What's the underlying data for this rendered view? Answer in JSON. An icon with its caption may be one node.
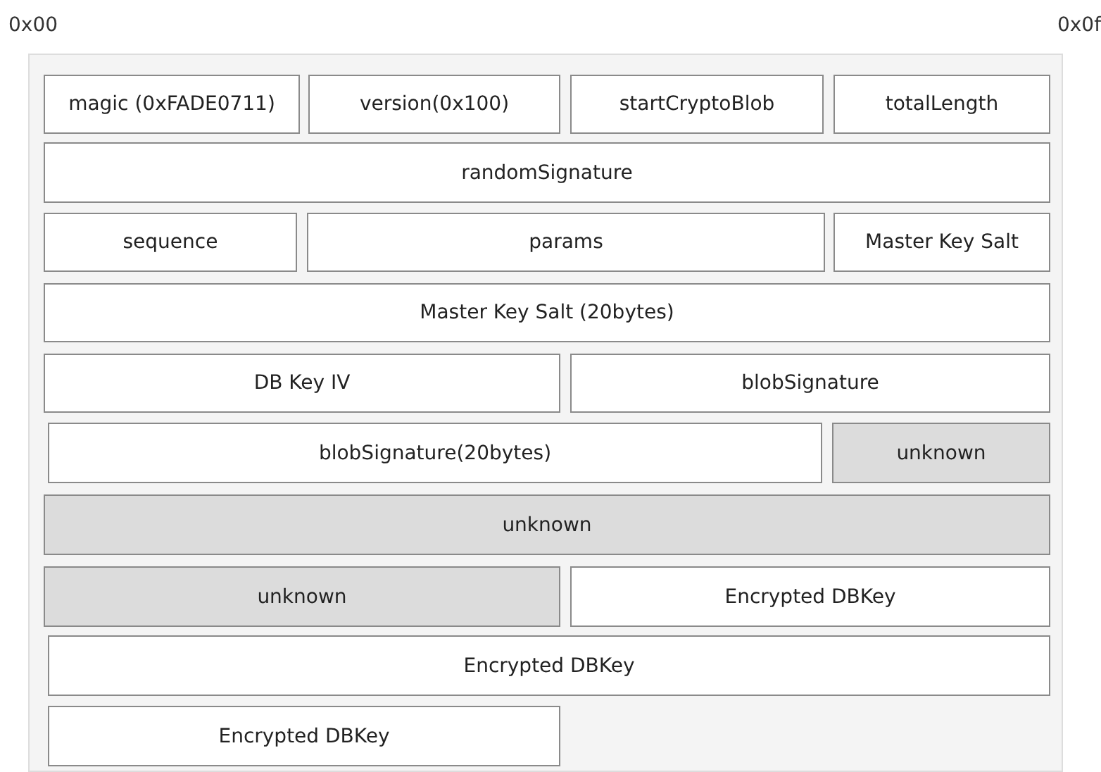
{
  "diagram": {
    "nodes": [
      {
        "text": [],
        "shape": "box"
      },
      {
        "text": [
          "magic (0xFADE0711)"
        ],
        "in": 0
      },
      {
        "text": [
          "version(0x100)"
        ],
        "in": 0
      },
      {
        "text": [
          "startCryptoBlob"
        ],
        "in": 0
      },
      {
        "text": [
          "totalLength"
        ],
        "in": 0
      },
      {
        "text": [
          "randomSignature"
        ],
        "in": 0
      },
      {
        "text": [
          "sequence"
        ],
        "in": 0
      },
      {
        "text": [
          "params"
        ],
        "in": 0
      },
      {
        "text": [
          "Master Key Salt"
        ],
        "in": 0
      },
      {
        "text": [
          "Master Key Salt (20bytes)"
        ],
        "in": 0
      },
      {
        "text": [
          "DB Key IV"
        ],
        "in": 0
      },
      {
        "text": [
          "blobSignature"
        ],
        "in": 0
      },
      {
        "text": [
          "blobSignature(20bytes)"
        ],
        "in": 0
      },
      {
        "text": [
          "unknown"
        ],
        "in": 0
      },
      {
        "text": [
          "unknown"
        ],
        "in": 0
      },
      {
        "text": [
          "unknown"
        ],
        "in": 0
      },
      {
        "text": [
          "Encrypted DBKey"
        ],
        "in": 0
      },
      {
        "text": [
          "Encrypted DBKey"
        ],
        "in": 0
      },
      {
        "text": [
          "Encrypted DBKey"
        ],
        "in": 0
      }
    ],
    "edges": [],
    "labels": [
      "0x00",
      "0x0f"
    ]
  }
}
